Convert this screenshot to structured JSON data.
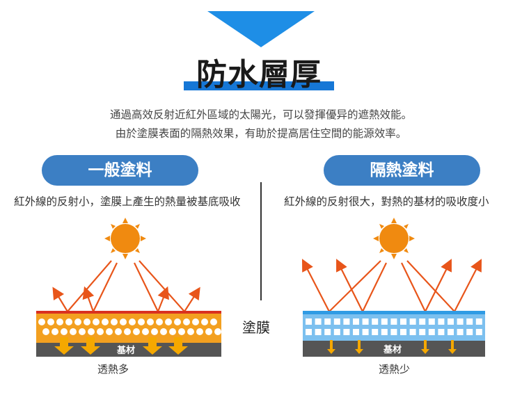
{
  "title": "防水層厚",
  "intro": [
    "通過高效反射近紅外區域的太陽光，可以發揮優异的遮熱效能。",
    "由於塗膜表面的隔熱效果，有助於提高居住空間的能源效率。"
  ],
  "left": {
    "heading": "一般塗料",
    "description": "紅外線的反射小，塗膜上產生的熱量被基底吸收",
    "substrate": "基材",
    "caption": "透熱多"
  },
  "right": {
    "heading": "隔熱塗料",
    "description": "紅外線的反射很大，對熱的基材的吸收度小",
    "substrate": "基材",
    "caption": "透熱少"
  },
  "center_label": "塗膜",
  "colors": {
    "accent_blue": "#1677d6",
    "pill_blue": "#3c7fc4",
    "sun_orange": "#f08a10",
    "ray_orange": "#e8551a",
    "hot_layer": "#f3a020",
    "cool_layer": "#2f9be4",
    "substrate": "#555555",
    "heat_arrow": "#f5a800"
  }
}
